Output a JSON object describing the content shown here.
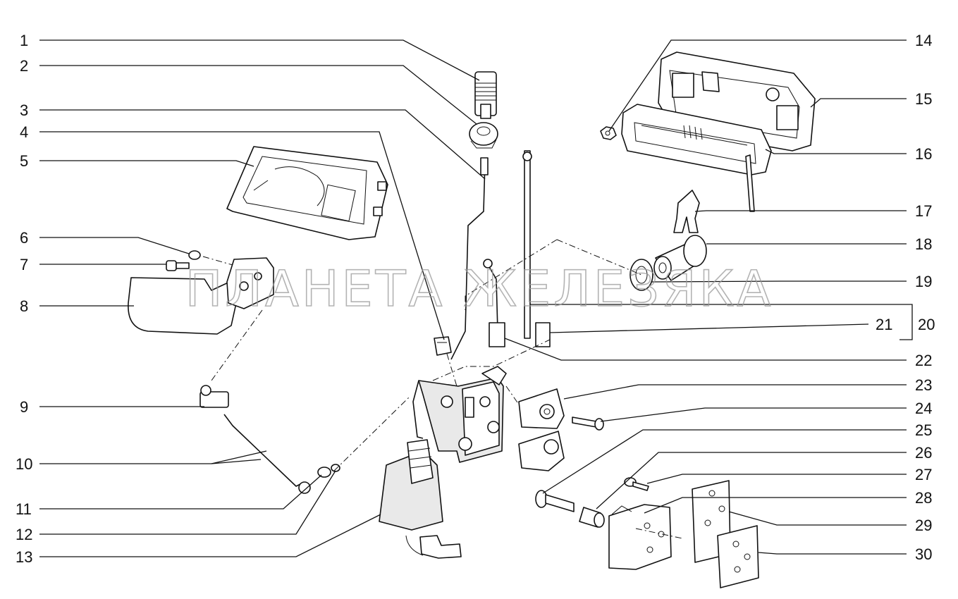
{
  "watermark": "ПЛАНЕТА ЖЕЛЕЗЯКА",
  "callouts_left": [
    "1",
    "2",
    "3",
    "4",
    "5",
    "6",
    "7",
    "8",
    "9",
    "10",
    "11",
    "12",
    "13"
  ],
  "callouts_right": [
    "14",
    "15",
    "16",
    "17",
    "18",
    "19",
    "20",
    "21",
    "22",
    "23",
    "24",
    "25",
    "26",
    "27",
    "28",
    "29",
    "30"
  ]
}
